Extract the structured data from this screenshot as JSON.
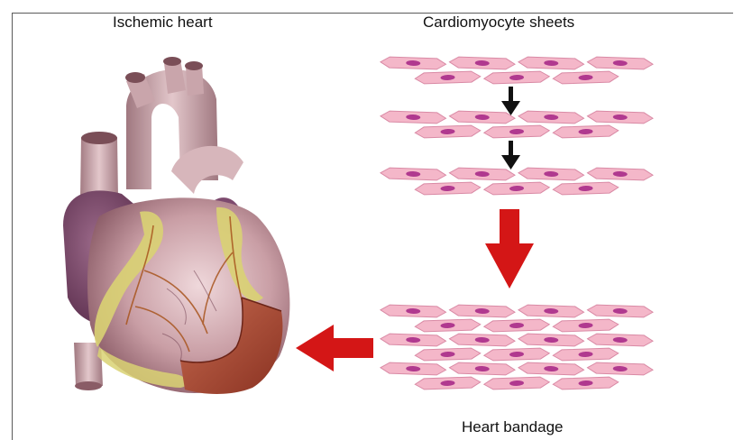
{
  "labels": {
    "ischemic_heart": "Ischemic heart",
    "cardiomyocyte_sheets": "Cardiomyocyte sheets",
    "heart_bandage": "Heart bandage"
  },
  "colors": {
    "cell_fill": "#f4b7c9",
    "cell_stroke": "#d98aa5",
    "nucleus": "#b0398f",
    "arrow_red": "#d41616",
    "arrow_black": "#111111",
    "myocardium": "#c9a2a6",
    "atrium": "#7d4a6e",
    "fat": "#d9d273",
    "scar": "#a8462e"
  },
  "icons": {
    "small_arrows": "arrow-down-black",
    "big_down_arrow": "arrow-down-red",
    "left_arrow": "arrow-left-red"
  }
}
